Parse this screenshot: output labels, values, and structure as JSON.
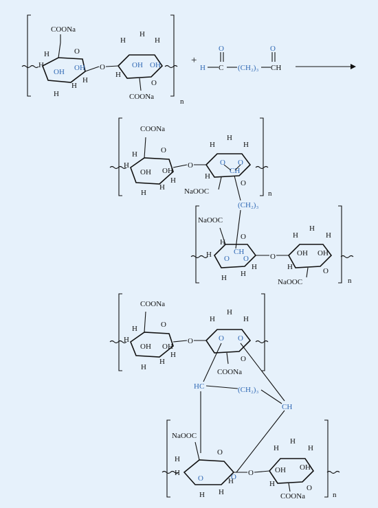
{
  "colors": {
    "background": "#e6f1fb",
    "black": "#111111",
    "blue": "#2f68b4"
  },
  "labels": {
    "coona": "COONa",
    "naooc": "NaOOC",
    "h": "H",
    "oh": "OH",
    "o": "O",
    "n": "n",
    "plus": "+",
    "ch2_3": "(CH₂)₃",
    "ch": "CH",
    "hc": "HC",
    "c": "C"
  }
}
